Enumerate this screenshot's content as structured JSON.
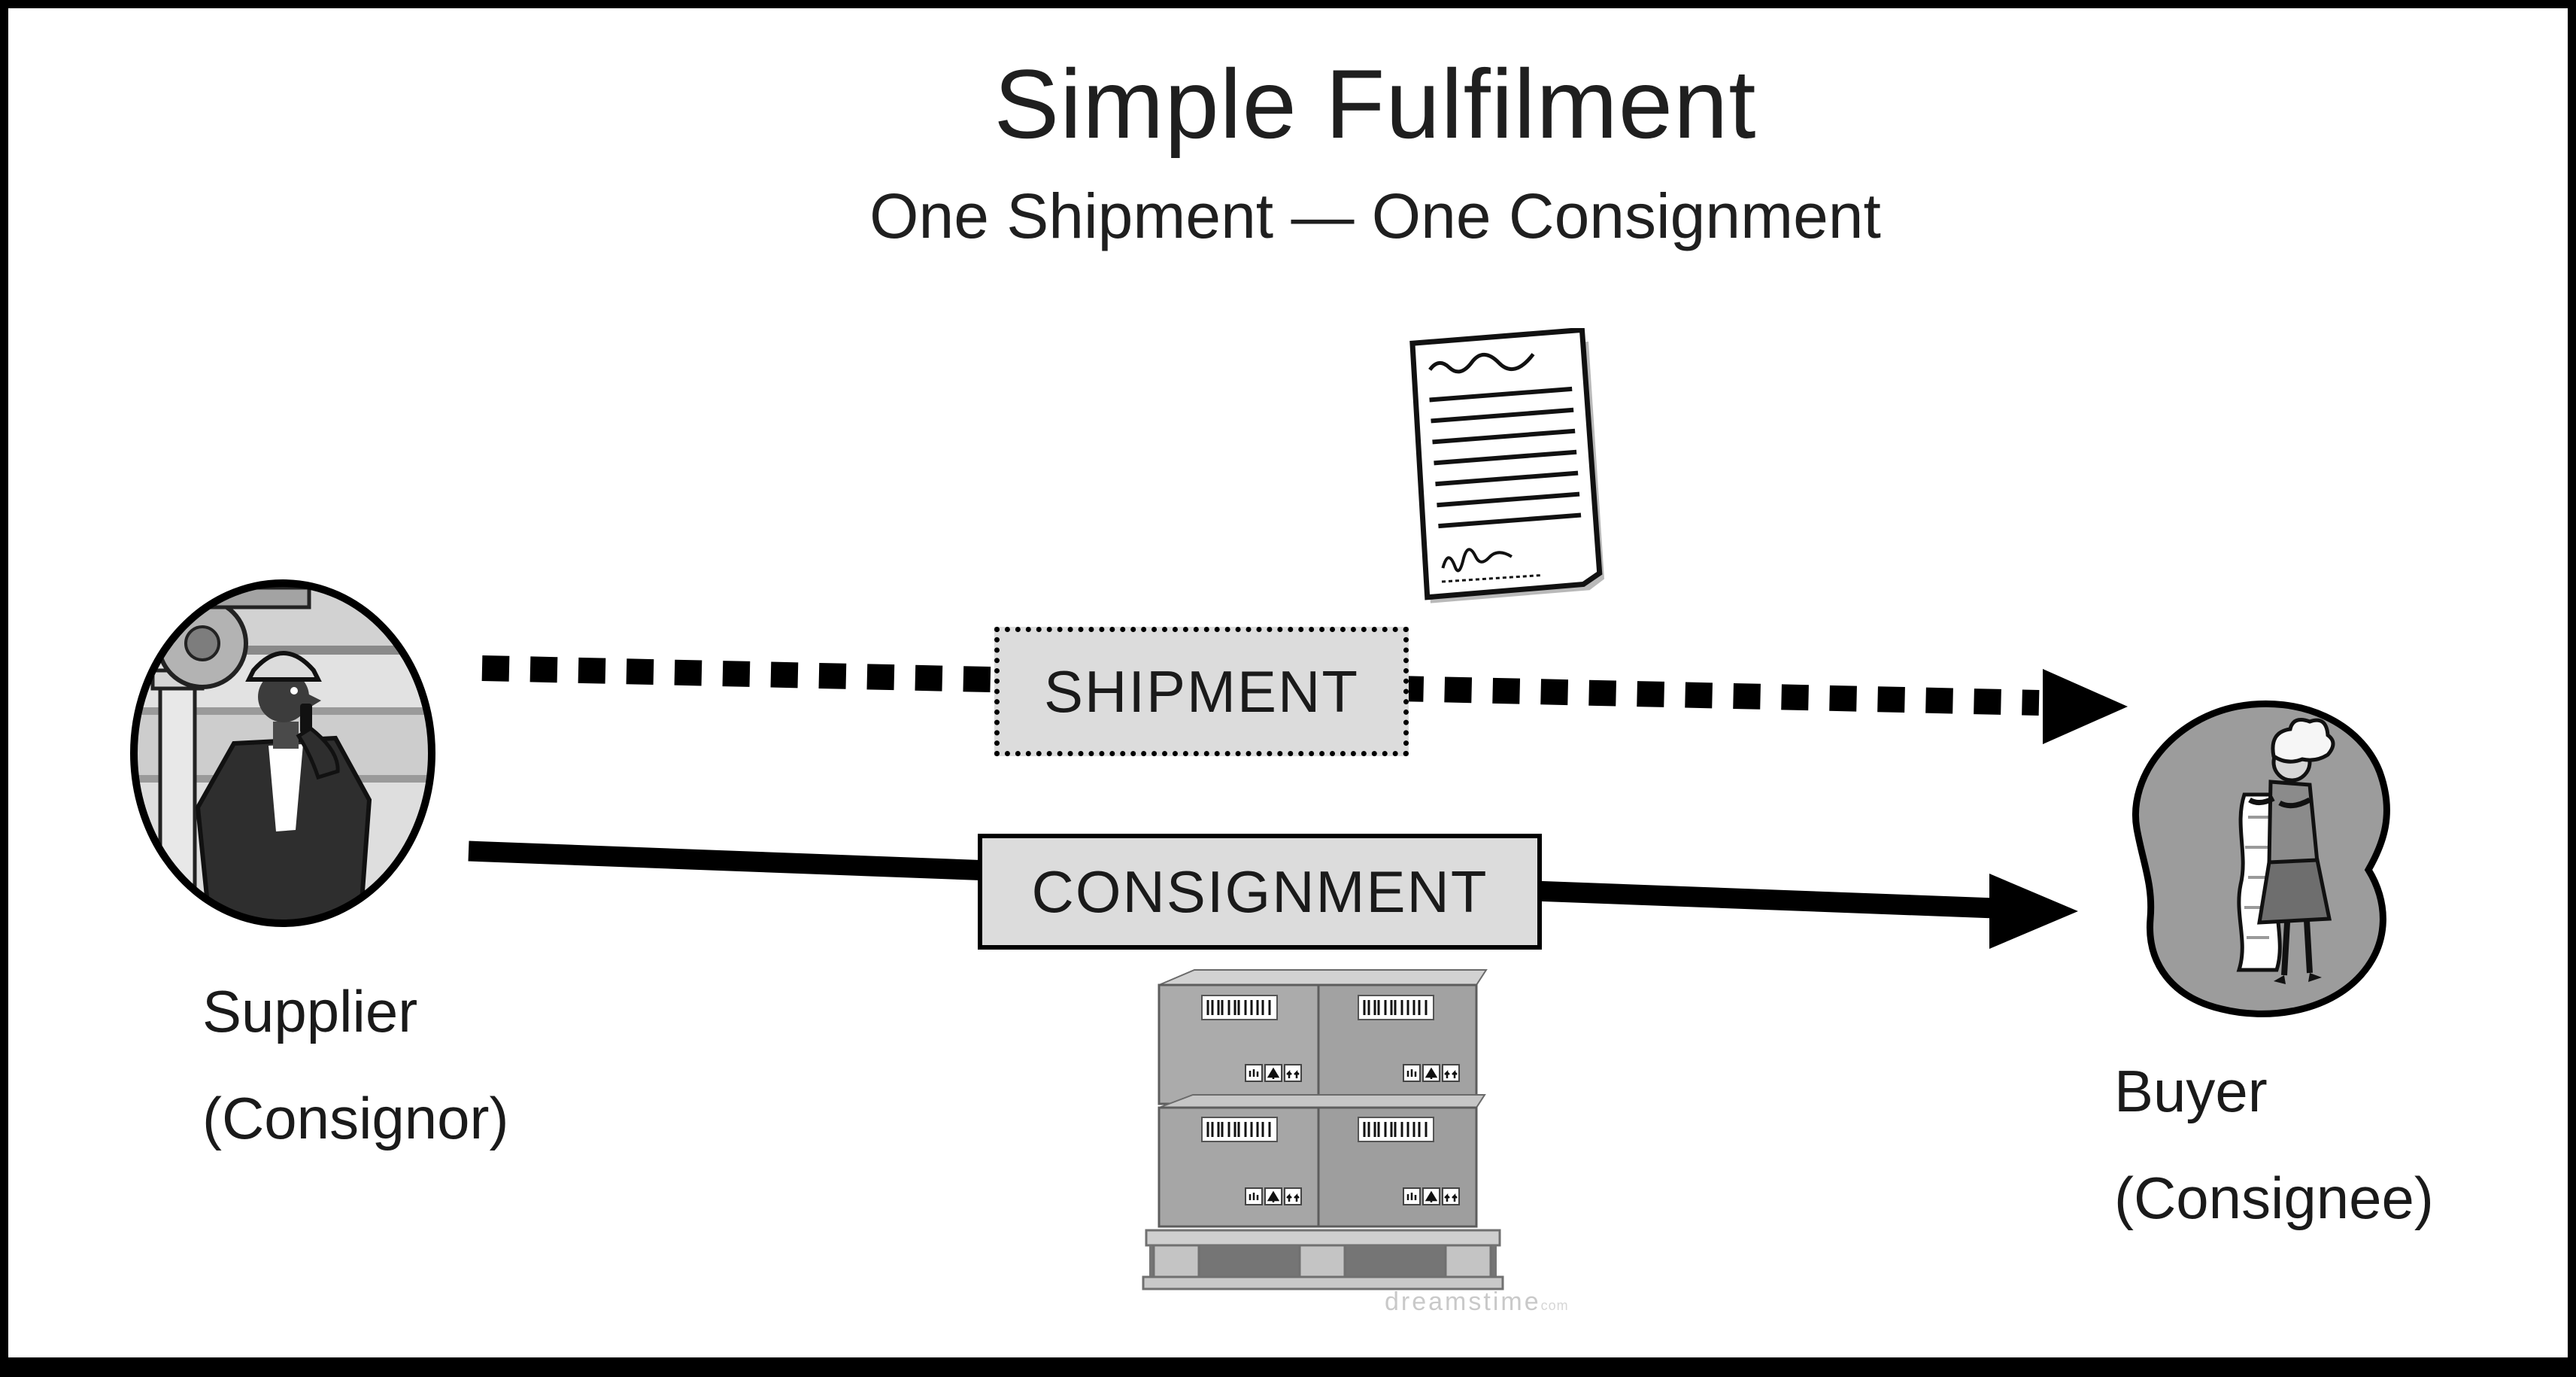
{
  "diagram": {
    "title": "Simple Fulfilment",
    "subtitle": "One Shipment — One Consignment",
    "flows": {
      "shipment": {
        "label": "SHIPMENT",
        "style": "dashed-arrow"
      },
      "consignment": {
        "label": "CONSIGNMENT",
        "style": "solid-arrow"
      }
    },
    "parties": {
      "supplier": {
        "label_line1": "Supplier",
        "label_line2": "(Consignor)"
      },
      "buyer": {
        "label_line1": "Buyer",
        "label_line2": "(Consignee)"
      }
    },
    "icons": {
      "supplier": "factory-worker-on-phone-clipart",
      "shipment_document": "signed-document-clipart",
      "consignment_goods": "pallet-of-boxes-clipart",
      "buyer": "buyer-reading-list-clipart"
    },
    "watermark": {
      "name": "dreamstime",
      "tld": "com"
    },
    "colors": {
      "background": "#ffffff",
      "frame": "#000000",
      "label_box_fill": "#dcdcdc",
      "arrow": "#000000"
    }
  }
}
